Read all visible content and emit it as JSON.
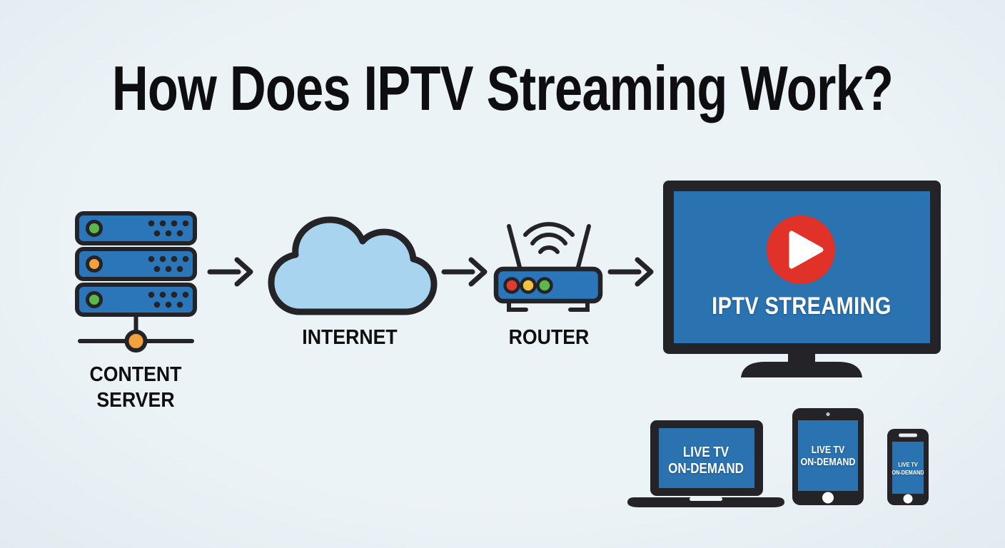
{
  "title": "How Does IPTV Streaming Work?",
  "flow": {
    "server": {
      "name": "Content Server",
      "icon": "server-stack-icon",
      "label_line1": "CONTENT",
      "label_line2": "SERVER",
      "led_states": [
        "green",
        "orange",
        "green"
      ]
    },
    "arrow1": {
      "icon": "arrow-right-icon"
    },
    "internet": {
      "name": "Internet",
      "icon": "cloud-icon",
      "label": "INTERNET"
    },
    "arrow2": {
      "icon": "arrow-right-icon"
    },
    "router": {
      "name": "Router",
      "icon": "wifi-router-icon",
      "label": "ROUTER",
      "led_states": [
        "red",
        "yellow",
        "green"
      ]
    },
    "arrow3": {
      "icon": "arrow-right-icon"
    },
    "tv": {
      "name": "IPTV Television",
      "icon": "tv-icon",
      "play_icon": "play-button-icon",
      "screen_label": "IPTV STREAMING"
    }
  },
  "devices": [
    {
      "type": "laptop",
      "icon": "laptop-icon",
      "screen_line1": "LIVE TV",
      "screen_line2": "ON-DEMAND"
    },
    {
      "type": "tablet",
      "icon": "tablet-icon",
      "screen_line1": "LIVE TV",
      "screen_line2": "ON-DEMAND"
    },
    {
      "type": "smartphone",
      "icon": "smartphone-icon",
      "screen_line1": "LIVE TV",
      "screen_line2": "ON-DEMAND"
    }
  ],
  "colors": {
    "background": "#ecf3f7",
    "outline_dark": "#232328",
    "device_blue": "#2b76b9",
    "screen_blue": "#2a72b0",
    "cloud_blue": "#a9d4ef",
    "led_red": "#e23b2e",
    "led_yellow": "#f2c23d",
    "led_green": "#5cb84b",
    "accent_orange": "#f2a13c",
    "play_red": "#e03229",
    "title_text": "#0e0e10",
    "screen_text": "#ffffff"
  }
}
